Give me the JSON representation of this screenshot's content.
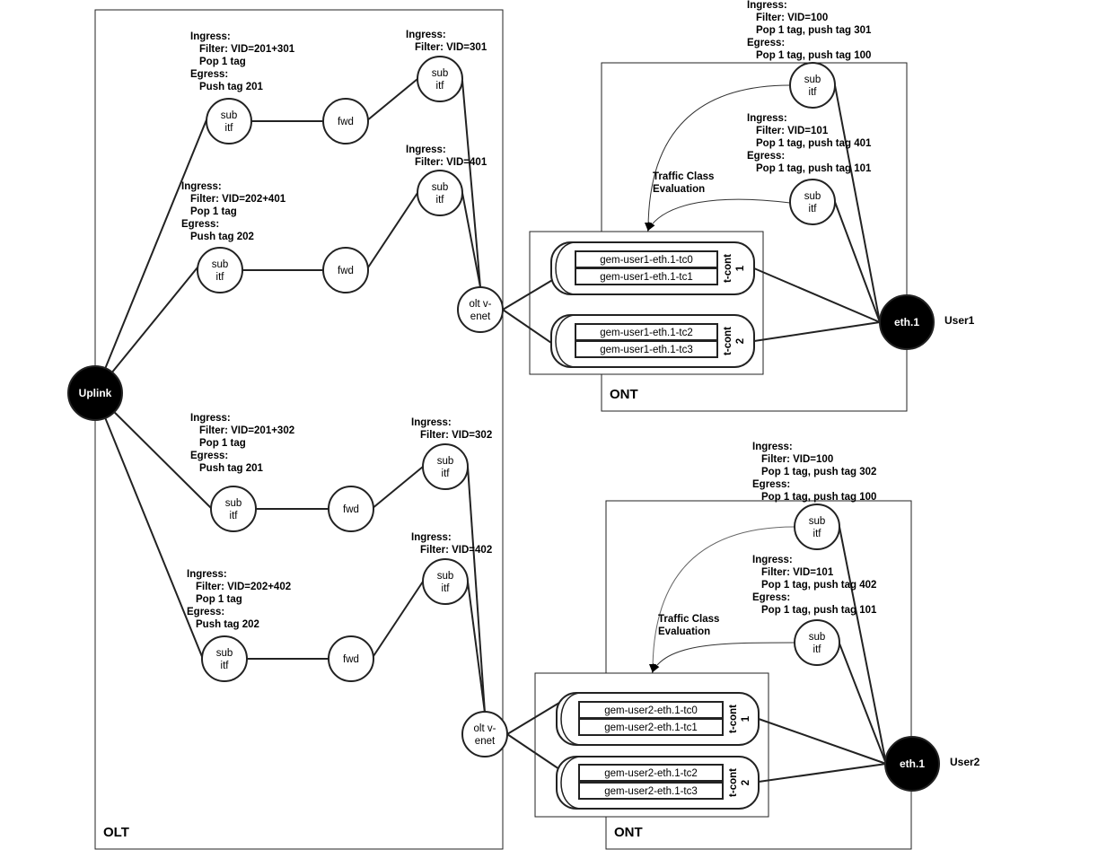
{
  "boxes": {
    "olt": "OLT",
    "ont": "ONT"
  },
  "nodes": {
    "uplink": "Uplink",
    "eth": "eth.1",
    "sub_line1": "sub",
    "sub_line2": "itf",
    "fwd": "fwd",
    "olt_venet_line1": "olt v-",
    "olt_venet_line2": "enet",
    "tcont_line1": "t-cont",
    "tcont_1": "1",
    "tcont_2": "2"
  },
  "users": [
    "User1",
    "User2"
  ],
  "gems": {
    "user1": [
      "gem-user1-eth.1-tc0",
      "gem-user1-eth.1-tc1",
      "gem-user1-eth.1-tc2",
      "gem-user1-eth.1-tc3"
    ],
    "user2": [
      "gem-user2-eth.1-tc0",
      "gem-user2-eth.1-tc1",
      "gem-user2-eth.1-tc2",
      "gem-user2-eth.1-tc3"
    ]
  },
  "traffic_class": [
    "Traffic Class",
    "Evaluation"
  ],
  "annotations": {
    "olt_sub_201_301": [
      "Ingress:",
      "Filter: VID=201+301",
      "Pop 1 tag",
      "Egress:",
      "Push tag 201"
    ],
    "olt_sub_202_401": [
      "Ingress:",
      "Filter: VID=202+401",
      "Pop 1 tag",
      "Egress:",
      "Push tag 202"
    ],
    "olt_sub_201_302": [
      "Ingress:",
      "Filter: VID=201+302",
      "Pop 1 tag",
      "Egress:",
      "Push tag 201"
    ],
    "olt_sub_202_402": [
      "Ingress:",
      "Filter: VID=202+402",
      "Pop 1 tag",
      "Egress:",
      "Push tag 202"
    ],
    "olt_vid_301": [
      "Ingress:",
      "Filter: VID=301"
    ],
    "olt_vid_401": [
      "Ingress:",
      "Filter: VID=401"
    ],
    "olt_vid_302": [
      "Ingress:",
      "Filter: VID=302"
    ],
    "olt_vid_402": [
      "Ingress:",
      "Filter: VID=402"
    ],
    "ont1_vid_100": [
      "Ingress:",
      "Filter: VID=100",
      "Pop 1 tag, push tag 301",
      "Egress:",
      "Pop 1 tag, push tag 100"
    ],
    "ont1_vid_101": [
      "Ingress:",
      "Filter: VID=101",
      "Pop 1 tag, push tag 401",
      "Egress:",
      "Pop 1 tag, push tag 101"
    ],
    "ont2_vid_100": [
      "Ingress:",
      "Filter: VID=100",
      "Pop 1 tag, push tag 302",
      "Egress:",
      "Pop 1 tag, push tag 100"
    ],
    "ont2_vid_101": [
      "Ingress:",
      "Filter: VID=101",
      "Pop 1 tag, push tag 402",
      "Egress:",
      "Pop 1 tag, push tag 101"
    ]
  }
}
